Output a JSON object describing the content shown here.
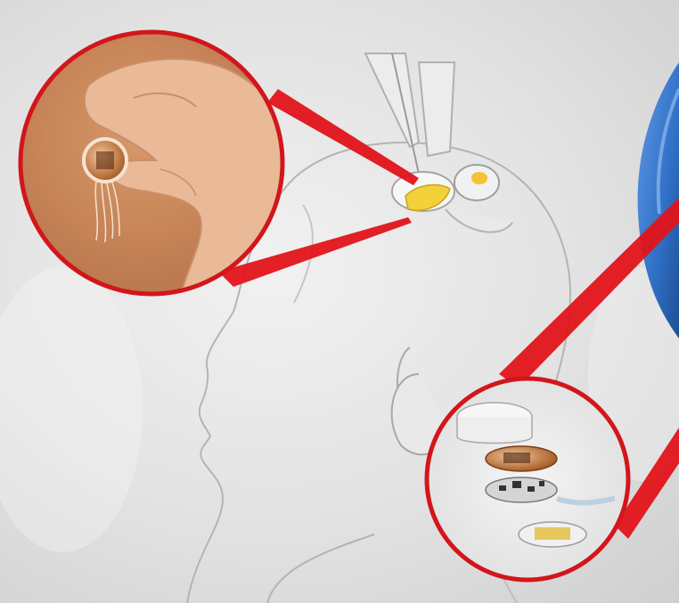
{
  "image": {
    "elements": [
      "head-outline",
      "brain-implant-site",
      "callout-hand-holding-chip",
      "callout-exploded-device",
      "blue-brain-scan-edge",
      "red-connector-lines"
    ]
  },
  "colors": {
    "background": "#e2e2e2",
    "callout_ring": "#d2161b",
    "connector_line": "#e0141a",
    "skin": "#e8b48c",
    "chip_copper": "#c67a3c",
    "brain_blue": "#2f6fc4",
    "outline": "#b4b4b4"
  }
}
